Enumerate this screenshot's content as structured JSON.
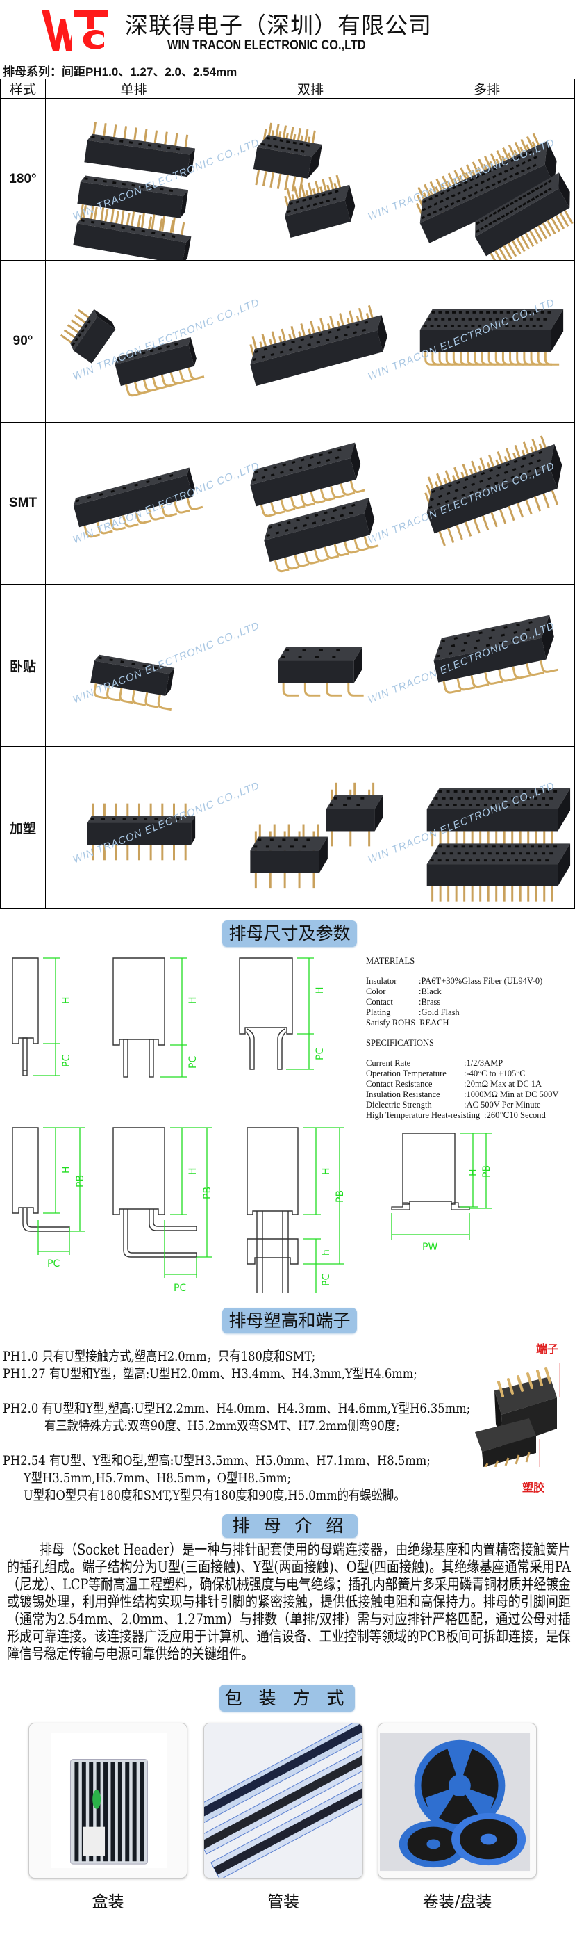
{
  "header": {
    "logo_text": "WTC",
    "company_cn": "深联得电子（深圳）有限公司",
    "company_en": "WIN TRACON ELECTRONIC CO.,LTD",
    "series": "排母系列：间距PH1.0、1.27、2.0、2.54mm",
    "logo_color": "#ff1a1a"
  },
  "table": {
    "headers": [
      "样式",
      "单排",
      "双排",
      "多排"
    ],
    "rows": [
      {
        "style": "180°"
      },
      {
        "style": "90°"
      },
      {
        "style": "SMT"
      },
      {
        "style": "卧贴"
      },
      {
        "style": "加塑"
      }
    ]
  },
  "sections": {
    "dimensions": "排母尺寸及参数",
    "height_terminal": "排母塑高和端子",
    "intro": "排 母 介 绍",
    "packaging": "包 装 方 式"
  },
  "diagram_labels": {
    "H": "H",
    "PC": "PC",
    "PB": "PB",
    "h": "h",
    "PW": "PW"
  },
  "materials": {
    "title": "MATERIALS",
    "items": [
      [
        "Insulator",
        ":PA6T+30%Glass Fiber (UL94V-0)"
      ],
      [
        "Color",
        ":Black"
      ],
      [
        "Contact",
        ":Brass"
      ],
      [
        "Plating",
        ":Gold Flash"
      ],
      [
        "Satisfy ROHS",
        "REACH"
      ]
    ]
  },
  "specifications": {
    "title": "SPECIFICATIONS",
    "items": [
      [
        "Current Rate",
        ":1/2/3AMP"
      ],
      [
        "Operation Temperature",
        ":-40°C to +105°C"
      ],
      [
        "Contact Resistance",
        ":20mΩ Max at DC 1A"
      ],
      [
        "Insulation Resistance",
        ":1000MΩ Min at DC 500V"
      ],
      [
        "Dielectric Strength",
        ":AC 500V Per Minute"
      ],
      [
        "High Temperature Heat-resisting",
        ":260℃10 Second"
      ]
    ]
  },
  "height_lines": [
    "PH1.0 只有U型接触方式,塑高H2.0mm，只有180度和SMT;",
    "PH1.27 有U型和Y型，塑高:U型H2.0mm、H3.4mm、H4.3mm,Y型H4.6mm;",
    "PH2.0 有U型和Y型,塑高:U型H2.2mm、H4.0mm、H4.3mm、H4.6mm,Y型H6.35mm;",
    "有三款特殊方式:双弯90度、H5.2mm双弯SMT、H7.2mm侧弯90度;",
    "PH2.54 有U型、Y型和O型,塑高:U型H3.5mm、H5.0mm、H7.1mm、H8.5mm;",
    "Y型H3.5mm,H5.7mm、H8.5mm，O型H8.5mm;",
    "U型和O型只有180度和SMT,Y型只有180度和90度,H5.0mm的有蜈蚣脚。"
  ],
  "callouts": {
    "terminal": "端子",
    "plastic": "塑胶"
  },
  "intro_text": "排母（Socket Header）是一种与排针配套使用的母端连接器，由绝缘基座和内置精密接触簧片的插孔组成。端子结构分为U型(三面接触)、Y型(两面接触)、O型(四面接触)。其绝缘基座通常采用PA（尼龙）、LCP等耐高温工程塑料，确保机械强度与电气绝缘；插孔内部簧片多采用磷青铜材质并经镀金或镀锡处理，利用弹性结构实现与排针引脚的紧密接触，提供低接触电阻和高保持力。排母的引脚间距（通常为2.54mm、2.0mm、1.27mm）与排数（单排/双排）需与对应排针严格匹配，通过公母对插形成可靠连接。该连接器广泛应用于计算机、通信设备、工业控制等领域的PCB板间可拆卸连接，是保障信号稳定传输与电源可靠供给的关键组件。",
  "packaging": [
    {
      "label": "盒装"
    },
    {
      "label": "管装"
    },
    {
      "label": "卷装/盘装"
    }
  ],
  "watermark": "WIN TRACON ELECTRONIC CO.,LTD",
  "colors": {
    "section_bg": "#9dc3e6",
    "dimension_green": "#22dd22",
    "callout_red": "#e02020",
    "reel_blue": "#2f6fd0"
  }
}
